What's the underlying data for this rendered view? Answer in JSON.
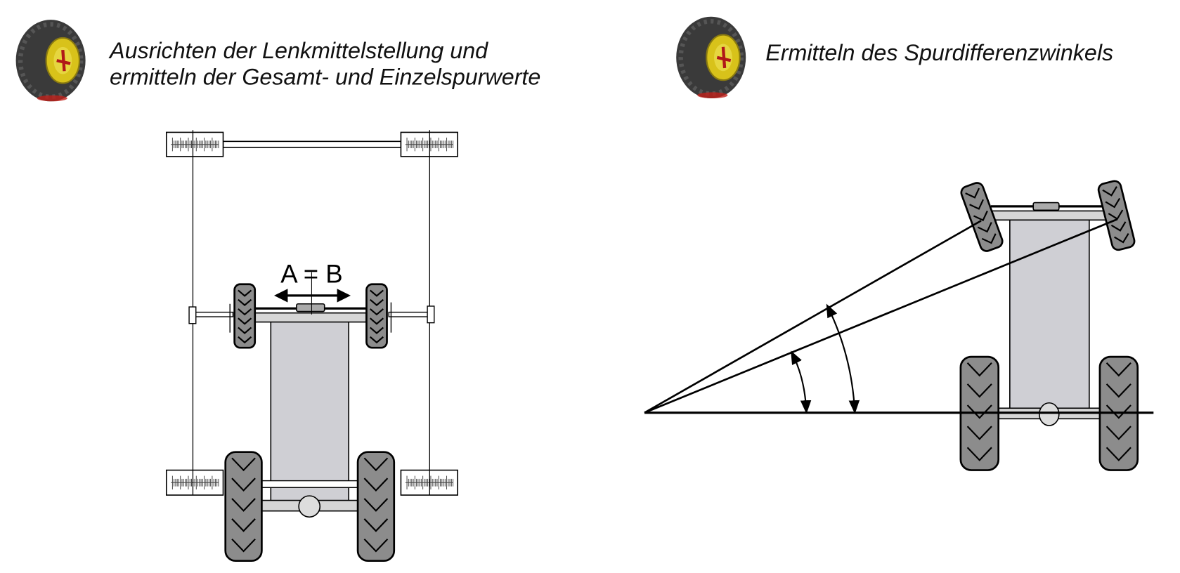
{
  "left_panel": {
    "title_line1": "Ausrichten der Lenkmittelstellung und",
    "title_line2": "ermitteln der Gesamt- und Einzelspurwerte",
    "label": "A = B"
  },
  "right_panel": {
    "title": "Ermitteln des Spurdifferenzwinkels"
  },
  "colors": {
    "tire": "#8c8c8c",
    "chassis": "#cfcfd4",
    "rim": "#d8c21a"
  }
}
